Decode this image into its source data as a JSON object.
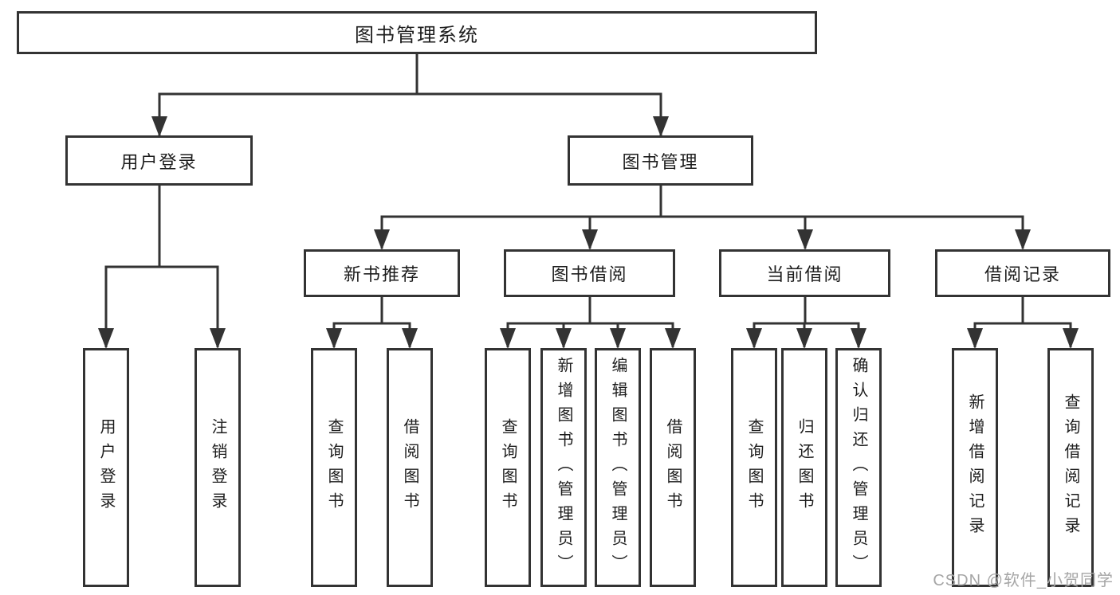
{
  "colors": {
    "line": "#333333",
    "text": "#1d1d1d",
    "background": "#ffffff",
    "watermark": "#a6a6a6"
  },
  "tree": {
    "root": {
      "label": "图书管理系统"
    },
    "branches": [
      {
        "label": "用户登录",
        "leaves": [
          {
            "label": "用户登录"
          },
          {
            "label": "注销登录"
          }
        ]
      },
      {
        "label": "图书管理",
        "groups": [
          {
            "label": "新书推荐",
            "leaves": [
              {
                "label": "查询图书"
              },
              {
                "label": "借阅图书"
              }
            ]
          },
          {
            "label": "图书借阅",
            "leaves": [
              {
                "label": "查询图书"
              },
              {
                "label": "新增图书（管理员）"
              },
              {
                "label": "编辑图书（管理员）"
              },
              {
                "label": "借阅图书"
              }
            ]
          },
          {
            "label": "当前借阅",
            "leaves": [
              {
                "label": "查询图书"
              },
              {
                "label": "归还图书"
              },
              {
                "label": "确认归还（管理员）"
              }
            ]
          },
          {
            "label": "借阅记录",
            "leaves": [
              {
                "label": "新增借阅记录"
              },
              {
                "label": "查询借阅记录"
              }
            ]
          }
        ]
      }
    ]
  },
  "watermark": {
    "text": "CSDN @软件_小贺同学"
  }
}
